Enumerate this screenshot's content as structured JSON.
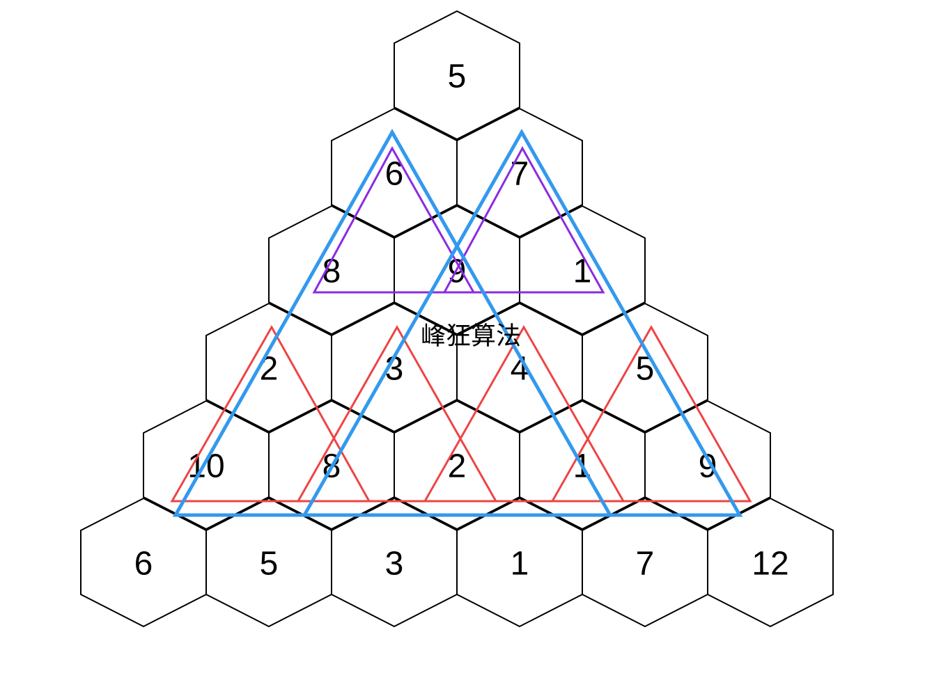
{
  "rows": [
    [
      "5"
    ],
    [
      "6",
      "7"
    ],
    [
      "8",
      "9",
      "1"
    ],
    [
      "2",
      "3",
      "4",
      "5"
    ],
    [
      "10",
      "8",
      "2",
      "1",
      "9"
    ],
    [
      "6",
      "5",
      "3",
      "1",
      "7",
      "12"
    ]
  ],
  "watermark": "峰狂算法",
  "colors": {
    "hex_stroke": "#000000",
    "purple": "#8A2BE2",
    "blue": "#3399EE",
    "red": "#EE4444"
  }
}
